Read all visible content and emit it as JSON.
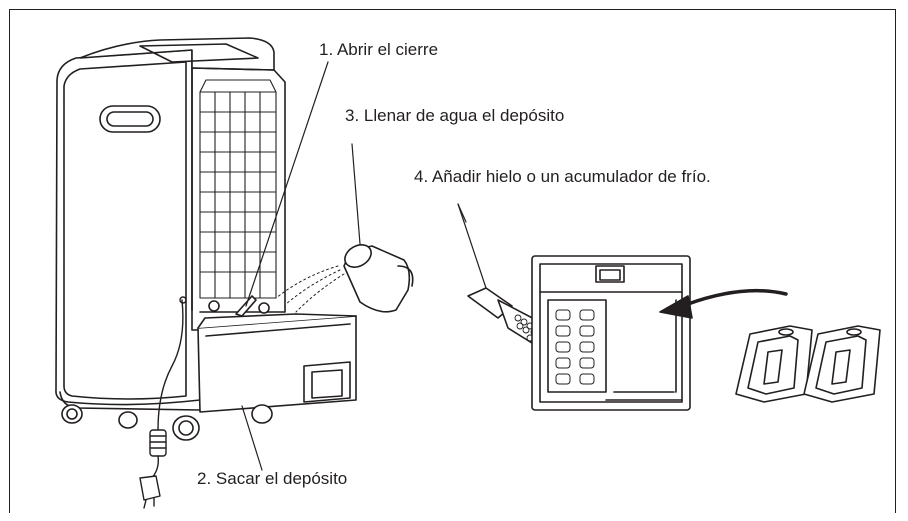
{
  "steps": [
    {
      "number": "1.",
      "text": "Abrir el cierre"
    },
    {
      "number": "2.",
      "text": "Sacar el depósito"
    },
    {
      "number": "3.",
      "text": "Llenar de agua el depósito"
    },
    {
      "number": "4.",
      "text": "Añadir hielo o un acumulador de frío."
    }
  ],
  "labels": {
    "step1": "1. Abrir el cierre",
    "step2": "2. Sacar el depósito",
    "step3": "3. Llenar de agua el depósito",
    "step4": "4. Añadir hielo o un acumulador de frío."
  },
  "colors": {
    "line": "#231f20",
    "background": "#ffffff"
  }
}
